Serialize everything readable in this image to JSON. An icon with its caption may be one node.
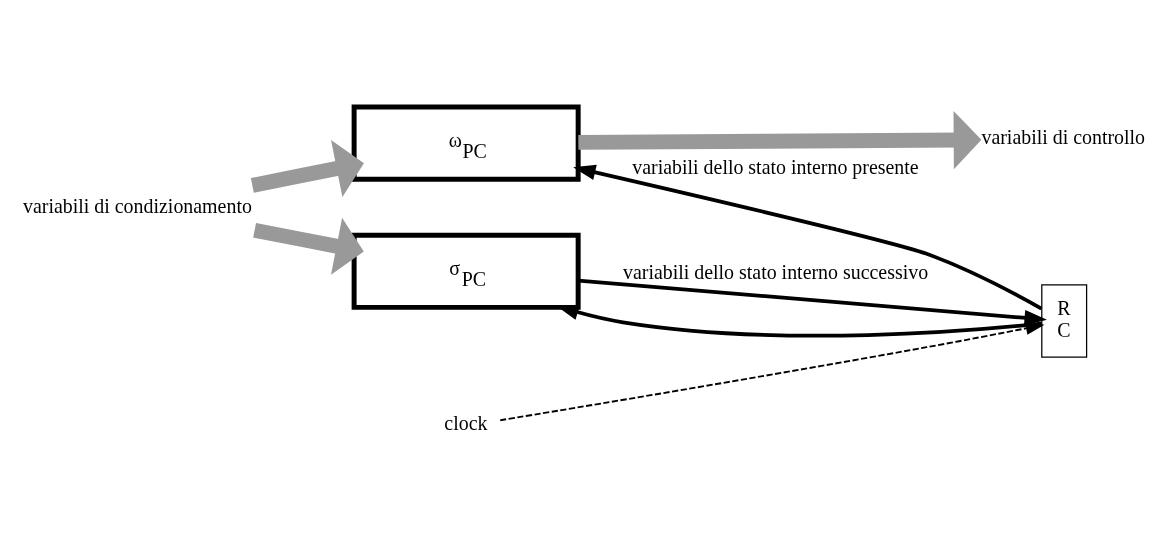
{
  "diagram": {
    "nodes": [
      {
        "text": [
          "variabili di condizionamento"
        ]
      },
      {
        "text": [
          "ω$_{PC}$"
        ]
      },
      {
        "text": [
          "σ$_{PC}$"
        ]
      },
      {
        "text": [
          "R C"
        ]
      },
      {
        "text": [
          "variabili di controllo"
        ]
      },
      {
        "text": [
          "clock"
        ]
      }
    ],
    "edges": [
      {
        "from": 0,
        "to": 1,
        "arrow": "to",
        "style": "thick",
        "color": "#999999"
      },
      {
        "from": 0,
        "to": 2,
        "arrow": "to",
        "style": "thick",
        "color": "#999999"
      },
      {
        "from": 1,
        "to": 4,
        "arrow": "to",
        "style": "thick",
        "color": "#999999"
      },
      {
        "from": 2,
        "to": 3,
        "arrow": "to",
        "label": "variabili dello stato interno successivo"
      },
      {
        "from": 3,
        "to": 1,
        "arrow": "to",
        "label": "variabili dello stato interno presente"
      },
      {
        "from": 3,
        "to": 2,
        "arrow": "to"
      },
      {
        "from": 5,
        "to": 3,
        "arrow": "to",
        "style": "dashed"
      }
    ]
  }
}
